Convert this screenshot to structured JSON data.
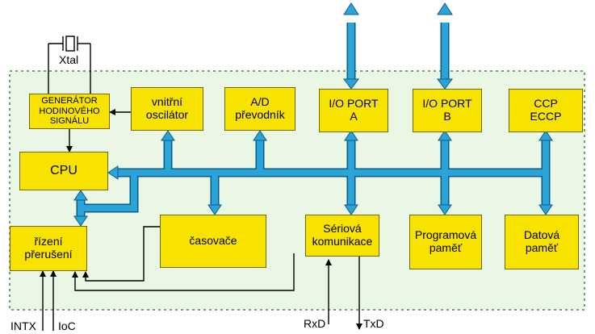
{
  "crystal": {
    "label": "Xtal"
  },
  "blocks": {
    "generator": "GENERÁTOR\nHODINOVÉHO\nSIGNÁLU",
    "oscillator": "vnitřní\noscilátor",
    "adc": "A/D\npřevodník",
    "port_a": "I/O PORT\nA",
    "port_b": "I/O PORT\nB",
    "ccp": "CCP\nECCP",
    "cpu": "CPU",
    "interrupts": "řízení\npřerušení",
    "timers": "časovače",
    "serial": "Sériová\nkomunikace",
    "program_memory": "Programová\npaměť",
    "data_memory": "Datová\npaměť"
  },
  "pins": {
    "intx": "INTX",
    "ioc": "IoC",
    "rxd": "RxD",
    "txd": "TxD"
  },
  "colors": {
    "chip_background": "#e9f7e4",
    "block_fill": "#f7e200",
    "bus": "#2aa3d8",
    "bus_outline": "#0b5d86",
    "wire": "#000000"
  }
}
